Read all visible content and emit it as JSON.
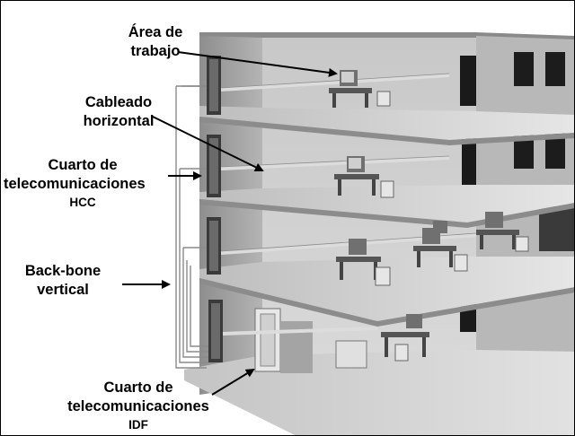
{
  "diagram": {
    "labels": {
      "work_area": [
        "Área de",
        "trabajo"
      ],
      "horizontal_cabling": [
        "Cableado",
        "horizontal"
      ],
      "telecom_room_hcc": [
        "Cuarto de",
        "telecomunicaciones",
        "HCC"
      ],
      "backbone": [
        "Back-bone",
        "vertical"
      ],
      "telecom_room_idf": [
        "Cuarto de",
        "telecomunicaciones",
        "IDF"
      ]
    }
  }
}
